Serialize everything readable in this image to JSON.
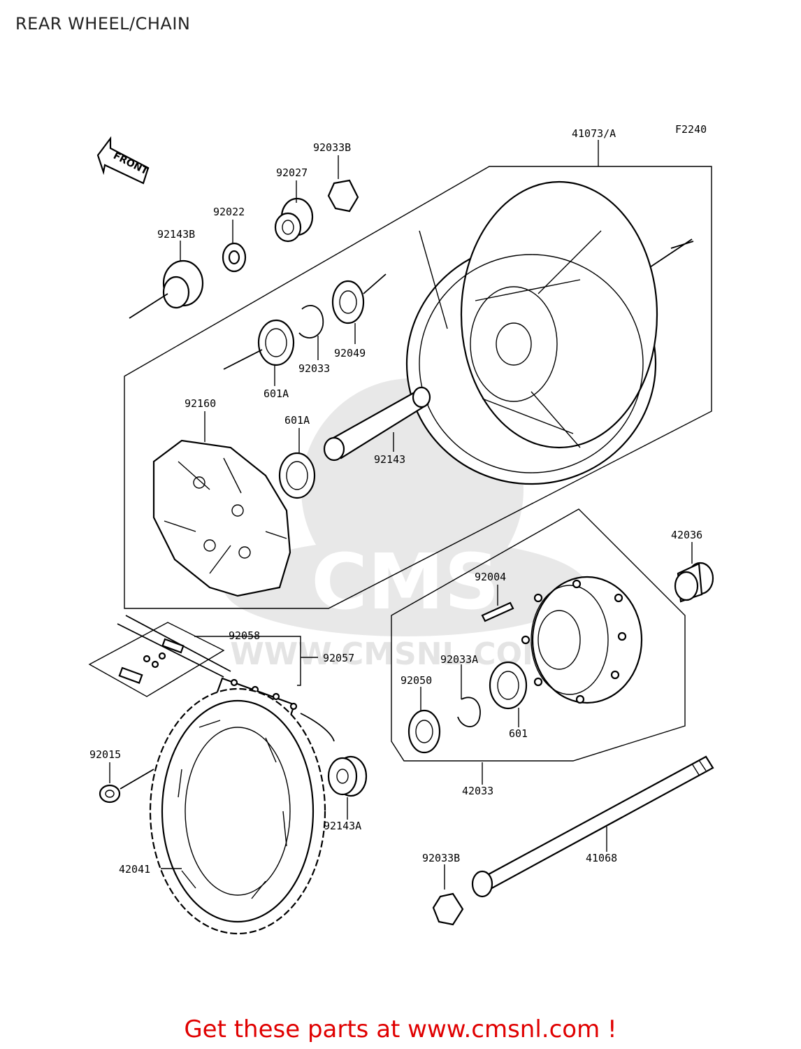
{
  "header": {
    "title": "REAR WHEEL/CHAIN"
  },
  "figure_code": "F2240",
  "front_marker": "FRONT",
  "watermark": {
    "brand": "CMS",
    "url": "WWW.CMSNL.COM"
  },
  "parts": {
    "p41073A": "41073/A",
    "p92033B_top": "92033B",
    "p92027": "92027",
    "p92022": "92022",
    "p92143B": "92143B",
    "p92049": "92049",
    "p92033": "92033",
    "p601A_top": "601A",
    "p92160": "92160",
    "p601A": "601A",
    "p92143": "92143",
    "p42036": "42036",
    "p92004": "92004",
    "p92058": "92058",
    "p92057": "92057",
    "p92033A": "92033A",
    "p92050": "92050",
    "p601": "601",
    "p92015": "92015",
    "p42033": "42033",
    "p92143A": "92143A",
    "p41068": "41068",
    "p92033B_bottom": "92033B",
    "p42041": "42041"
  },
  "footer": {
    "text": "Get these parts at www.cmsnl.com !"
  }
}
